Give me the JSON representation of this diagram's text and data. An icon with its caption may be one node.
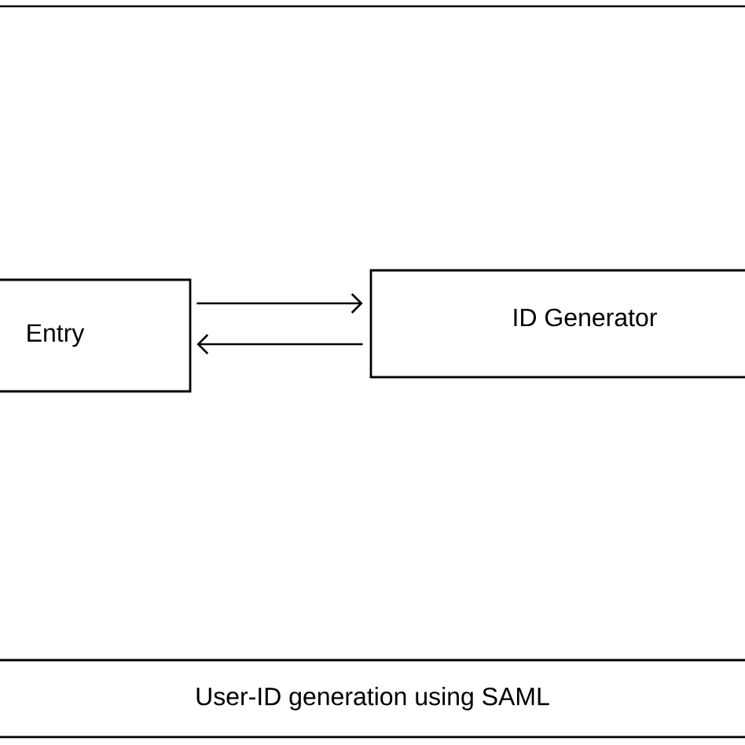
{
  "diagram": {
    "nodes": [
      {
        "text": [
          "Entry"
        ]
      },
      {
        "text": [
          "ID Generator"
        ]
      },
      {
        "text": [
          "User-ID generation using SAML"
        ]
      }
    ],
    "edges": [
      {
        "from": 0,
        "to": 1,
        "arrow": "to"
      },
      {
        "from": 1,
        "to": 0,
        "arrow": "to"
      }
    ]
  }
}
